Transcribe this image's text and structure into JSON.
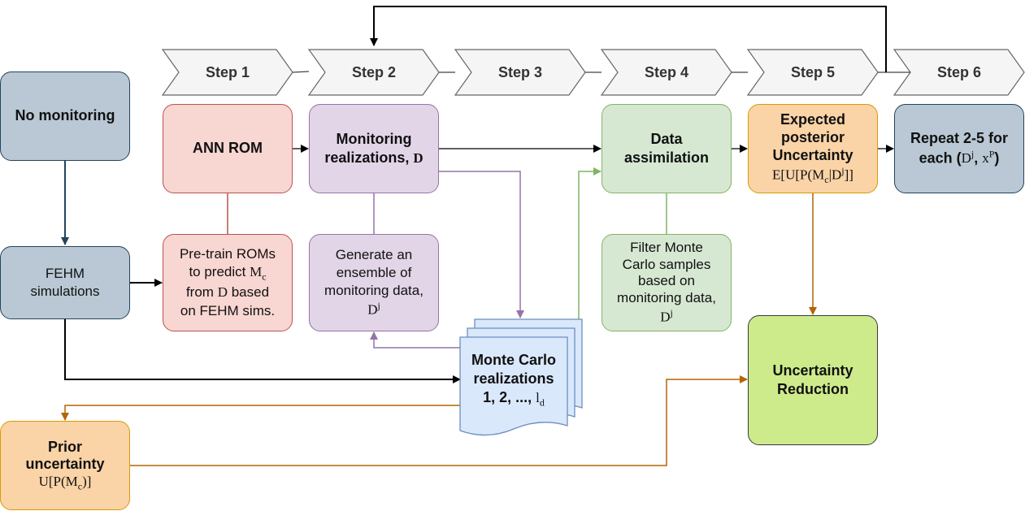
{
  "steps": [
    "Step 1",
    "Step 2",
    "Step 3",
    "Step 4",
    "Step 5",
    "Step 6"
  ],
  "nodes": {
    "no_monitoring": "No monitoring",
    "fehm_line1": "FEHM",
    "fehm_line2": "simulations",
    "ann_rom": "ANN ROM",
    "pretrain": {
      "line1": "Pre-train ROMs",
      "line2": "to predict",
      "line2_math": "M",
      "line2_sub": "c",
      "line3_pre": "from",
      "line3_math": "D",
      "line3_post": "based",
      "line4": "on FEHM sims."
    },
    "monitoring": {
      "line1": "Monitoring",
      "line2": "realizations,",
      "math": "D"
    },
    "generate": {
      "line1": "Generate an",
      "line2": "ensemble of",
      "line3": "monitoring data,",
      "math": "D",
      "sup": "j"
    },
    "data_assim": {
      "line1": "Data",
      "line2": "assimilation"
    },
    "filter": {
      "line1": "Filter Monte",
      "line2": "Carlo samples",
      "line3": "based on",
      "line4": "monitoring data,",
      "math": "D",
      "sup": "j"
    },
    "expected": {
      "line1": "Expected",
      "line2": "posterior",
      "line3": "Uncertainty",
      "math_a": "E[U[P(M",
      "math_sub": "c",
      "math_b": "|D",
      "math_sup": "j",
      "math_c": "]]"
    },
    "repeat": {
      "line1": "Repeat 2-5 for",
      "line2_pre": "each (",
      "math_d": "D",
      "sup_j": "j",
      "sep": ", ",
      "math_x": "x",
      "sup_p": "P",
      "close": ")"
    },
    "monte_carlo": {
      "line1": "Monte Carlo",
      "line2": "realizations",
      "line3": "1, 2, ..., ",
      "math": "l",
      "sub": "d"
    },
    "uncertainty_reduction": {
      "line1": "Uncertainty",
      "line2": "Reduction"
    },
    "prior": {
      "line1": "Prior",
      "line2": "uncertainty",
      "math_a": "U[P(M",
      "math_sub": "c",
      "math_b": ")]"
    }
  },
  "colors": {
    "pink": "#f8d6d2",
    "purple": "#e2d5e7",
    "green": "#d6e8d2",
    "orange": "#fad3a7",
    "slate": "#b9c8d4",
    "lime": "#cdeb8b",
    "light_blue": "#dae8fc",
    "arrow_black": "#000000",
    "arrow_purple": "#9673a6",
    "arrow_green": "#82b366",
    "arrow_orange": "#b46504"
  }
}
